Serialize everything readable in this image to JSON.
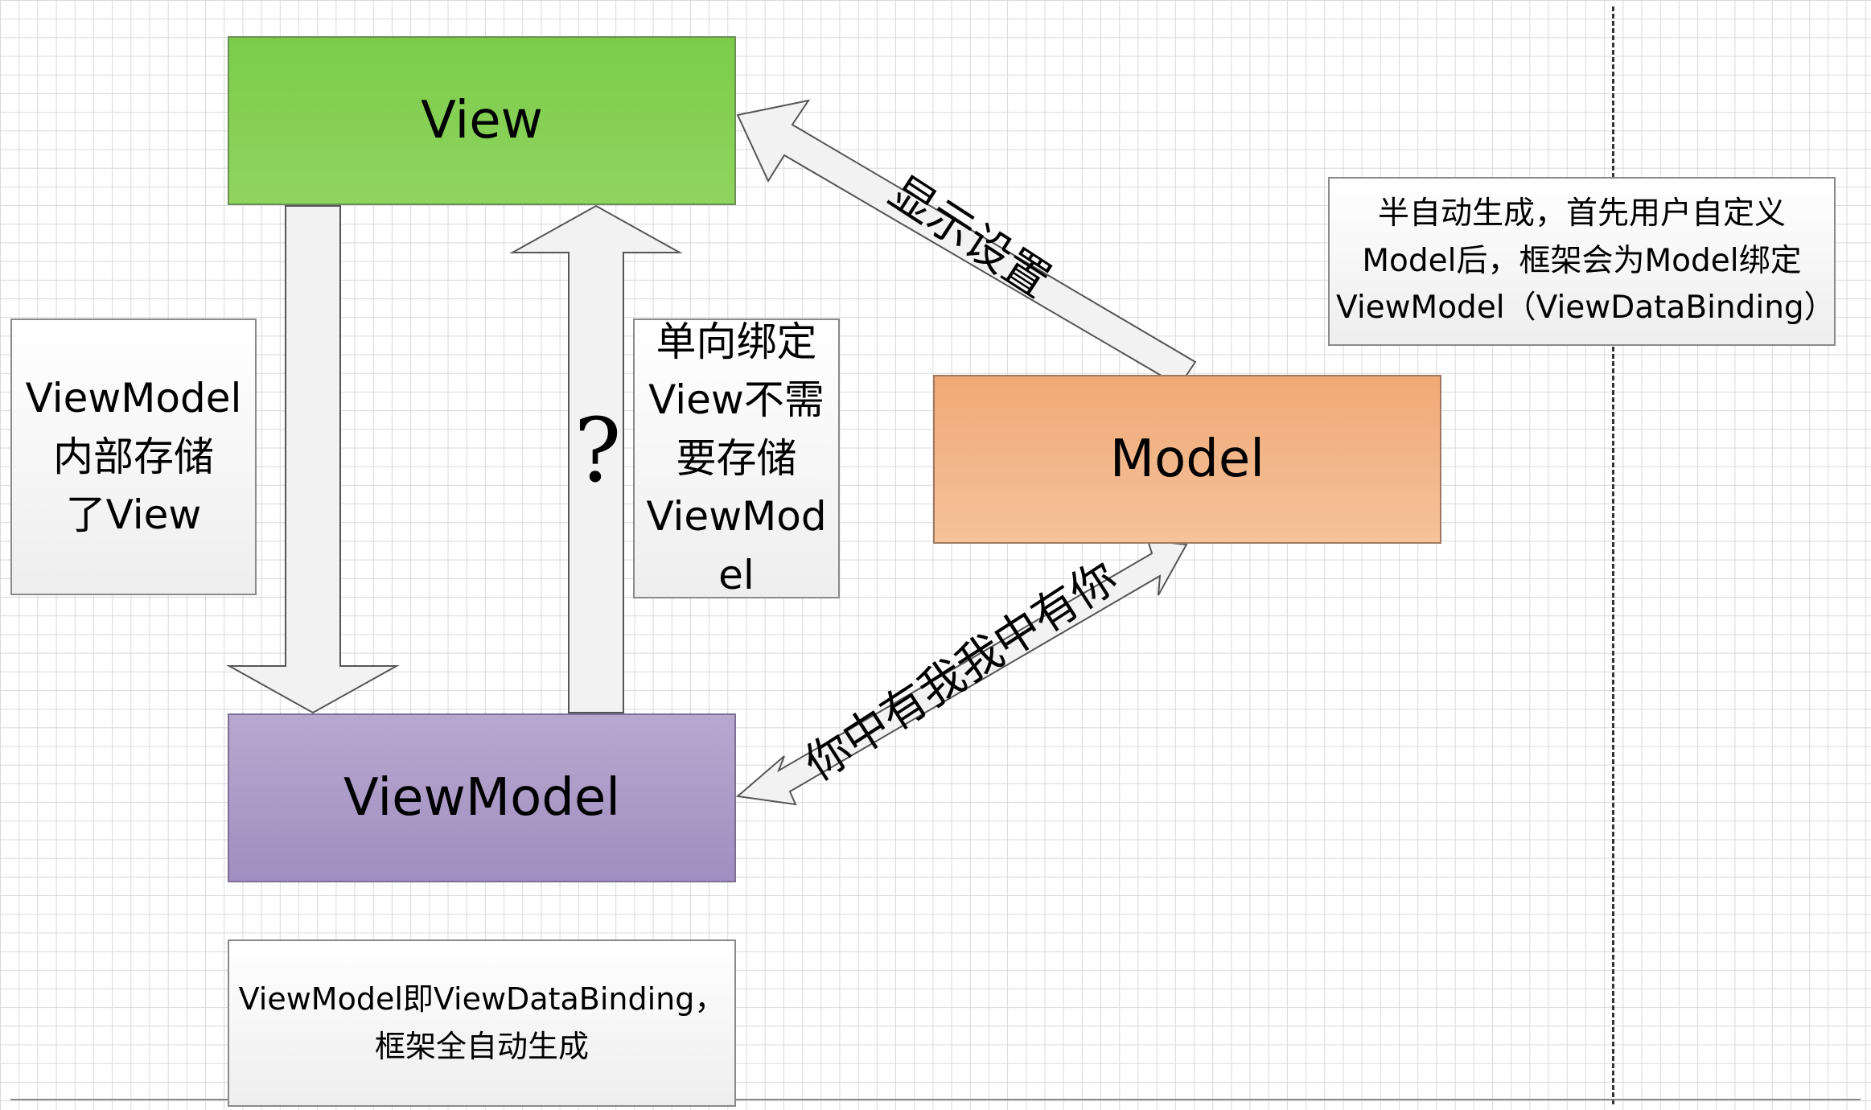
{
  "nodes": {
    "view": "View",
    "model": "Model",
    "viewmodel": "ViewModel"
  },
  "notes": {
    "left": [
      "ViewModel",
      "内部存储",
      "了View"
    ],
    "middle": [
      "单向绑定",
      "View不需",
      "要存储",
      "ViewMod",
      "el"
    ],
    "right": [
      "半自动生成，首先用户自定义",
      "Model后，框架会为Model绑定",
      "ViewModel（ViewDataBinding）"
    ],
    "bottom": [
      "ViewModel即ViewDataBinding，",
      "框架全自动生成"
    ]
  },
  "arrows": {
    "model_to_view_label": "显示设置",
    "viewmodel_model_label": "你中有我我中有你",
    "viewmodel_to_view_label": "?"
  },
  "colors": {
    "view_fill": "#8fd45f",
    "model_fill": "#f5b88a",
    "viewmodel_fill": "#ae9ec9",
    "arrow_fill": "#f2f2f2",
    "arrow_stroke": "#555555",
    "grid": "#d9d9d9"
  }
}
